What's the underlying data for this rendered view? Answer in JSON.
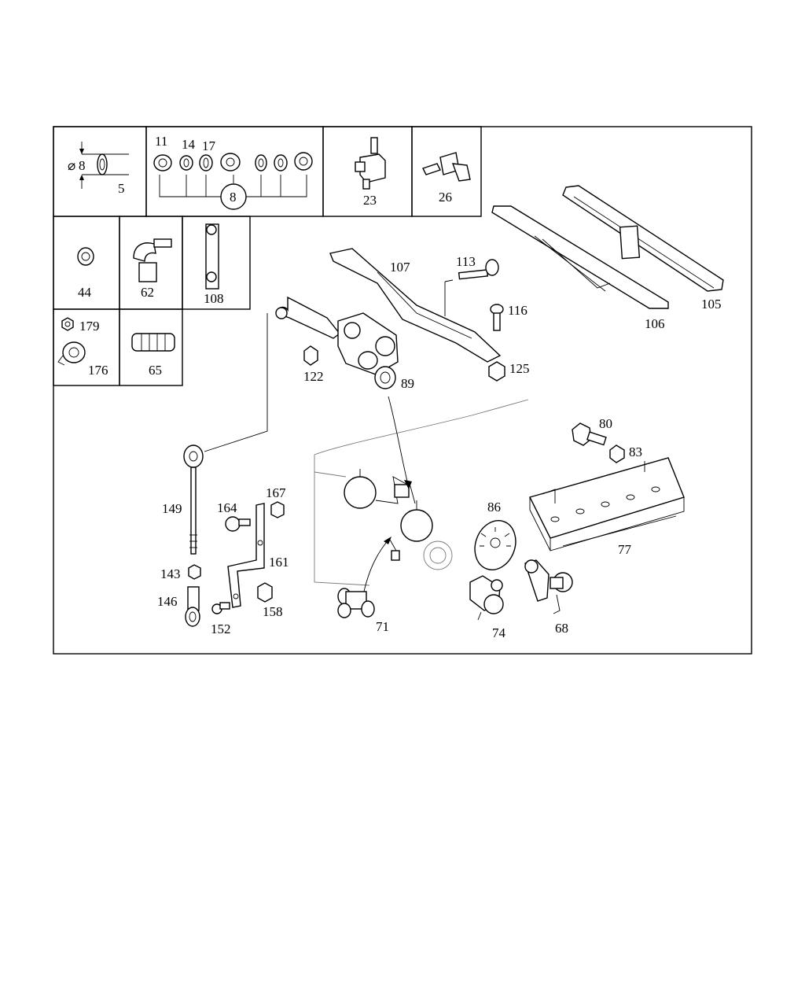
{
  "callouts": {
    "c5": "5",
    "c8_dim": "8",
    "c8_group": "8",
    "c11": "11",
    "c14": "14",
    "c17": "17",
    "c23": "23",
    "c26": "26",
    "c44": "44",
    "c62": "62",
    "c108": "108",
    "c179": "179",
    "c176": "176",
    "c65": "65",
    "c107": "107",
    "c113": "113",
    "c116": "116",
    "c122": "122",
    "c125": "125",
    "c89": "89",
    "c105": "105",
    "c106": "106",
    "c80": "80",
    "c83": "83",
    "c86": "86",
    "c77": "77",
    "c149": "149",
    "c164": "164",
    "c167": "167",
    "c161": "161",
    "c143": "143",
    "c146": "146",
    "c152": "152",
    "c158": "158",
    "c71": "71",
    "c74": "74",
    "c68": "68"
  },
  "dimension_symbol": "⌀"
}
